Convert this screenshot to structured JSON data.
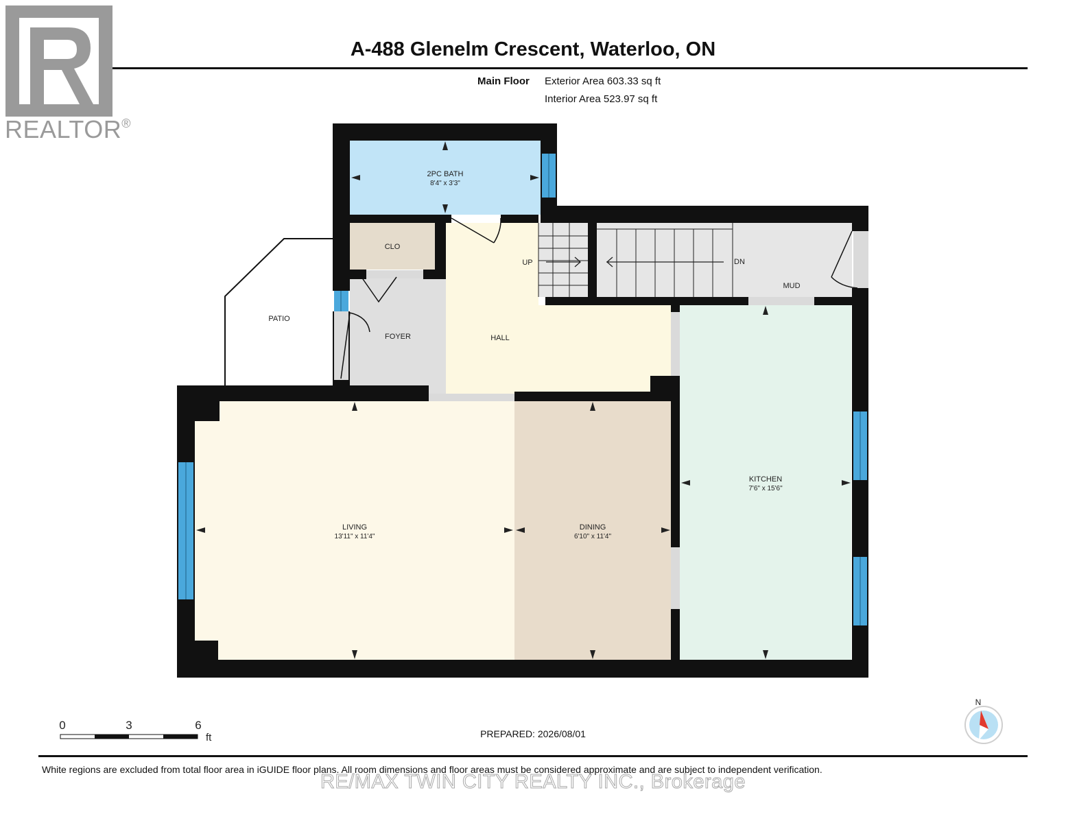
{
  "title": "A-488 Glenelm Crescent, Waterloo, ON",
  "logo": {
    "text": "REALTOR",
    "symbol": "®"
  },
  "floor": {
    "name": "Main Floor",
    "exterior_area": "Exterior Area 603.33 sq ft",
    "interior_area": "Interior Area 523.97 sq ft"
  },
  "rooms": {
    "bath": {
      "name": "2PC BATH",
      "dims": "8'4\" x 3'3\""
    },
    "clo": {
      "name": "CLO"
    },
    "patio": {
      "name": "PATIO"
    },
    "foyer": {
      "name": "FOYER"
    },
    "hall": {
      "name": "HALL"
    },
    "mud": {
      "name": "MUD"
    },
    "living": {
      "name": "LIVING",
      "dims": "13'11\" x 11'4\""
    },
    "dining": {
      "name": "DINING",
      "dims": "6'10\" x 11'4\""
    },
    "kitchen": {
      "name": "KITCHEN",
      "dims": "7'6\" x 15'6\""
    }
  },
  "stairs": {
    "up": "UP",
    "down": "DN"
  },
  "scale": {
    "t0": "0",
    "t1": "3",
    "t2": "6",
    "unit": "ft"
  },
  "compass": {
    "label": "N"
  },
  "prepared": "PREPARED: 2026/08/01",
  "disclaimer": "White regions are excluded from total floor area in iGUIDE floor plans. All room dimensions and floor areas must be considered approximate and are subject to independent verification.",
  "watermark": "RE/MAX TWIN CITY REALTY INC., Brokerage",
  "colors": {
    "wall": "#111111",
    "window": "#4aa8dc",
    "bath": "#c1e4f7",
    "clo": "#e5dccc",
    "foyer": "#dfdfdf",
    "hall": "#fdf8e1",
    "mud": "#e6e6e6",
    "living": "#fdf8e8",
    "dining": "#e8dccb",
    "kitchen": "#e4f3eb"
  }
}
